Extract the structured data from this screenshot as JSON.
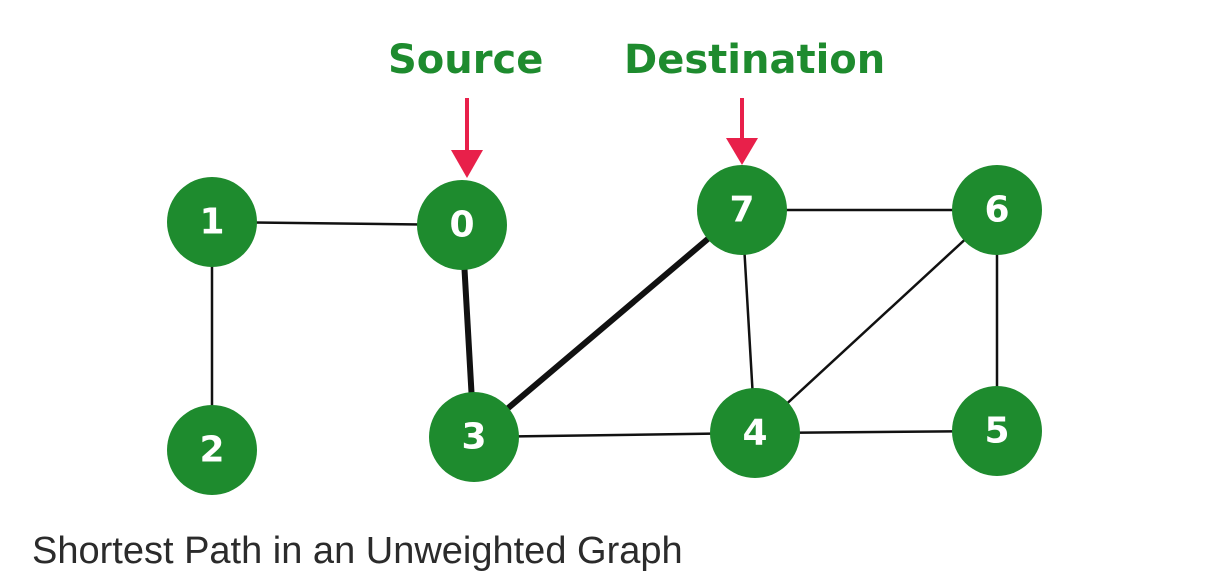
{
  "labels": {
    "source": "Source",
    "destination": "Destination"
  },
  "caption": "Shortest Path in an Unweighted Graph",
  "colors": {
    "node_fill": "#1e8b2e",
    "node_text": "#ffffff",
    "label_text": "#1e8b2e",
    "arrow": "#e8204a",
    "edge": "#111111"
  },
  "graph": {
    "nodes": [
      "0",
      "1",
      "2",
      "3",
      "4",
      "5",
      "6",
      "7"
    ],
    "edges": [
      {
        "from": "1",
        "to": "0",
        "highlighted": false
      },
      {
        "from": "1",
        "to": "2",
        "highlighted": false
      },
      {
        "from": "0",
        "to": "3",
        "highlighted": true
      },
      {
        "from": "3",
        "to": "7",
        "highlighted": true
      },
      {
        "from": "3",
        "to": "4",
        "highlighted": false
      },
      {
        "from": "7",
        "to": "4",
        "highlighted": false
      },
      {
        "from": "7",
        "to": "6",
        "highlighted": false
      },
      {
        "from": "6",
        "to": "4",
        "highlighted": false
      },
      {
        "from": "6",
        "to": "5",
        "highlighted": false
      },
      {
        "from": "4",
        "to": "5",
        "highlighted": false
      }
    ],
    "source_node": "0",
    "destination_node": "7"
  }
}
